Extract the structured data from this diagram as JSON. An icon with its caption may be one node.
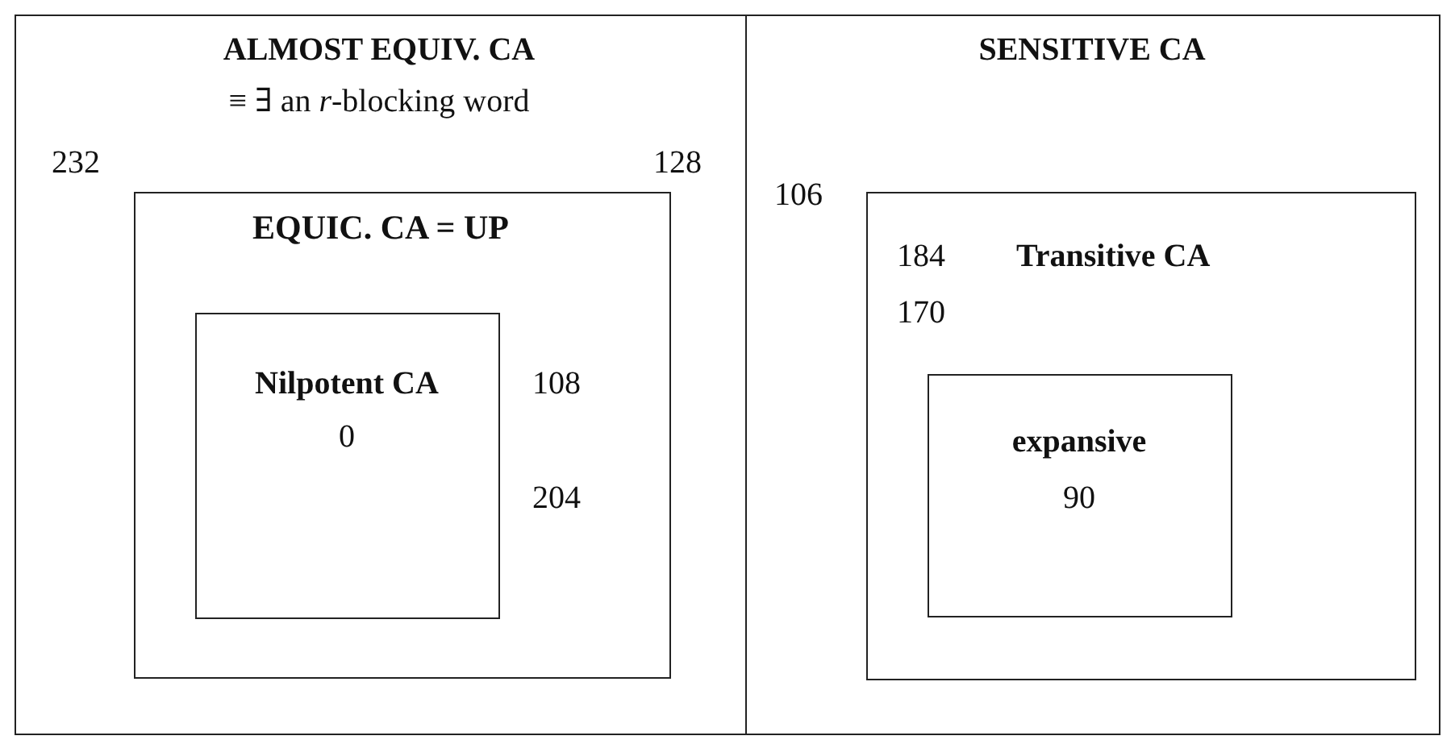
{
  "diagram": {
    "nodes": [
      {
        "text": [
          "ALMOST EQUIV. CA",
          "≡ ∃ an *r*-blocking word"
        ]
      },
      {
        "text": [
          "EQUIC. CA = UP"
        ],
        "in": 0
      },
      {
        "text": [
          "Nilpotent CA",
          "0"
        ],
        "in": 1
      },
      {
        "text": [
          "SENSITIVE CA"
        ]
      },
      {
        "text": [
          "Transitive CA"
        ],
        "in": 3
      },
      {
        "text": [
          "expansive",
          "90"
        ],
        "in": 4
      }
    ],
    "labels": [
      "232",
      "128",
      "108",
      "204",
      "106",
      "184",
      "170"
    ]
  }
}
